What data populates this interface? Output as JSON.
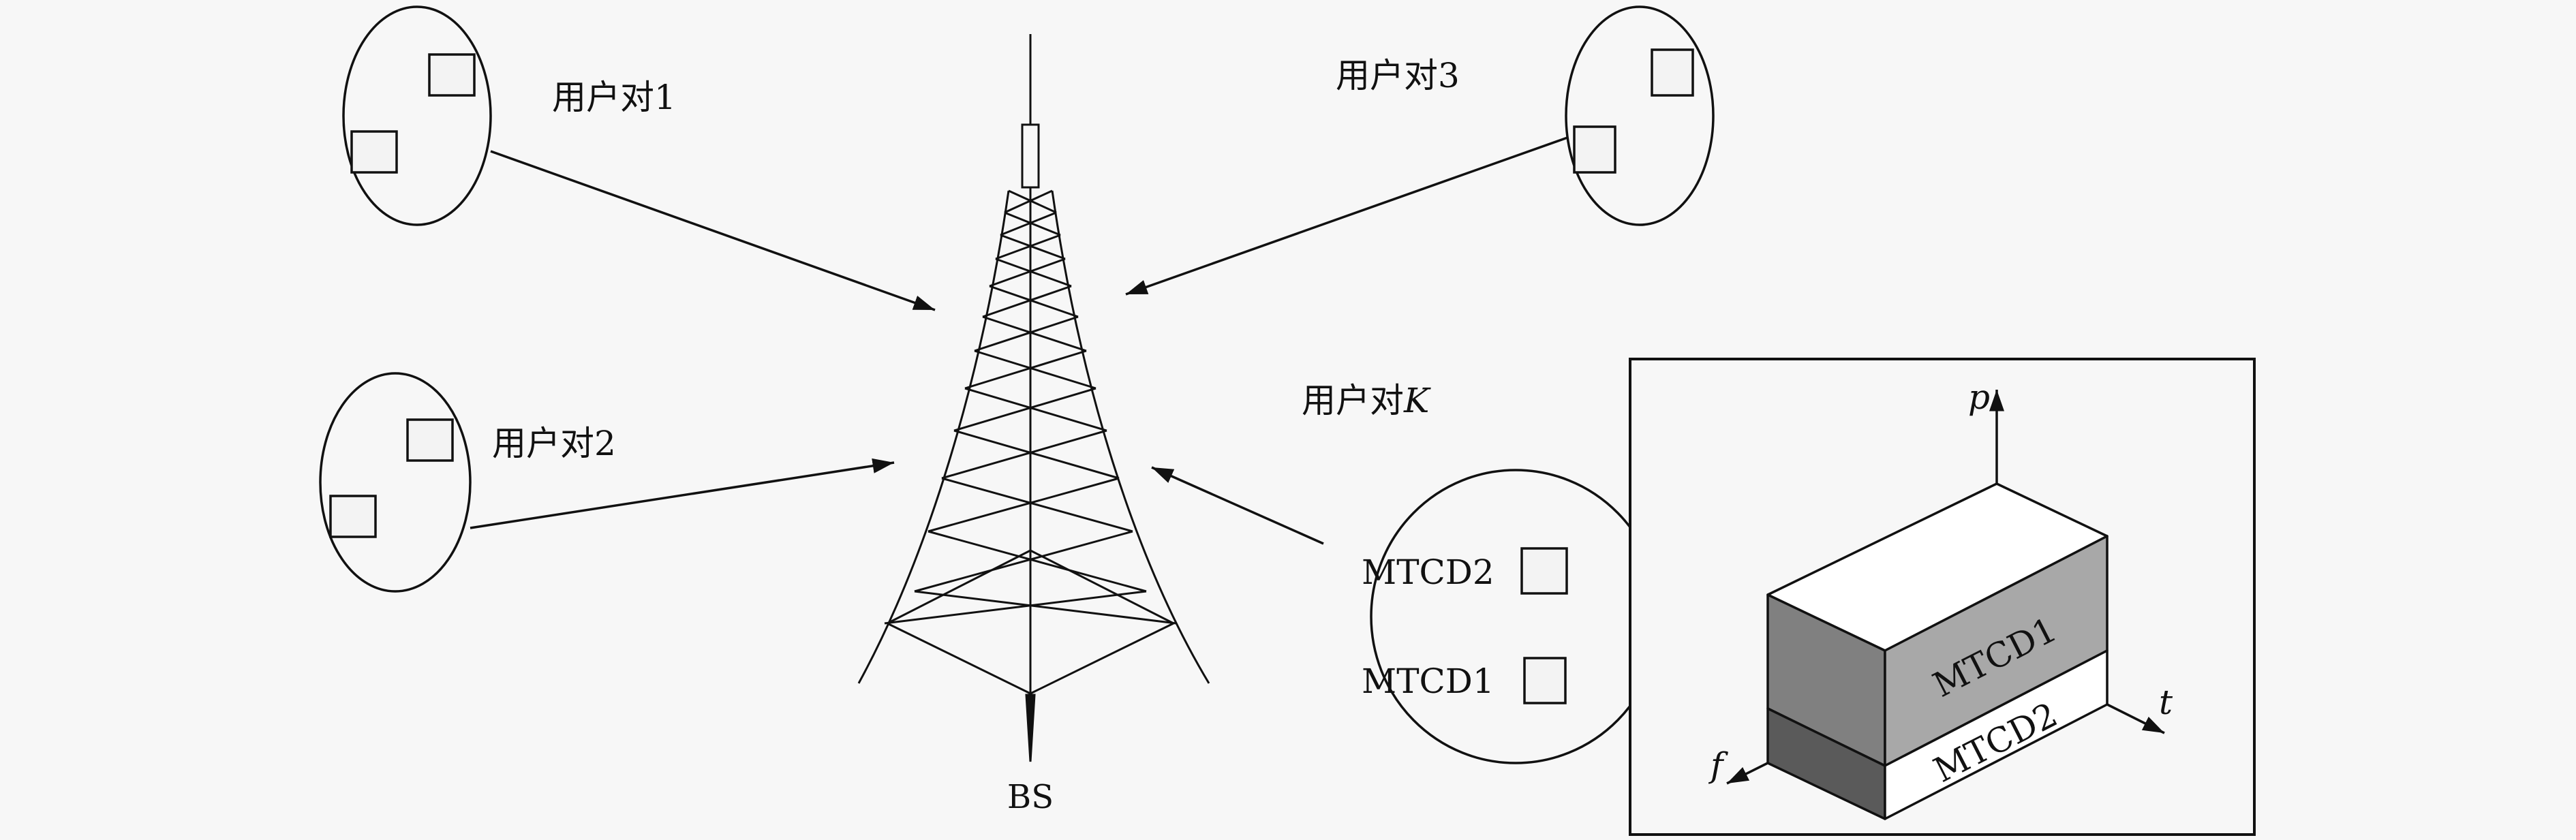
{
  "labels": {
    "pair1": "用户对1",
    "pair2": "用户对2",
    "pair3": "用户对3",
    "pairK_prefix": "用户对",
    "pairK_var": "K",
    "mtcd1": "MTCD1",
    "mtcd2": "MTCD2",
    "bs": "BS"
  },
  "box": {
    "axis_p": "p",
    "axis_t": "t",
    "axis_f": "f",
    "block_top": "MTCD1",
    "block_bottom": "MTCD2"
  },
  "colors": {
    "line": "#111111",
    "background": "#f7f7f7",
    "front_dark": "#808080",
    "front_darker": "#5a5a5a",
    "side_mid": "#a8a8a8",
    "white": "#ffffff"
  }
}
